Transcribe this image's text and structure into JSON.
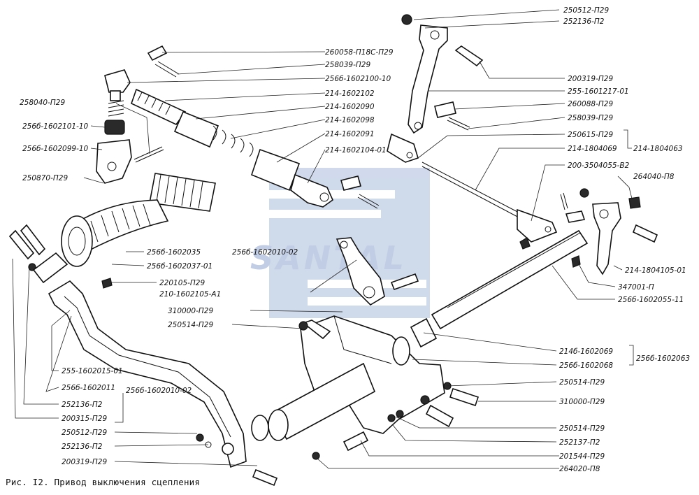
{
  "caption": "Рис. I2. Привод выключения сцепления",
  "watermark": "SANTAL",
  "colors": {
    "watermark": "#a9bcdc",
    "ink": "#111111"
  },
  "labels": {
    "l01": "250512-П29",
    "l02": "252136-П2",
    "l03": "260058-П18С-П29",
    "l04": "258039-П29",
    "l05": "256б-1602100-10",
    "l06": "200319-П29",
    "l07": "214-1602102",
    "l08": "255-1601217-01",
    "l09": "258040-П29",
    "l10": "214-1602090",
    "l11": "260088-П29",
    "l12": "214-1602098",
    "l13": "258039-П29",
    "l14": "256б-1602101-10",
    "l15": "214-1602091",
    "l16": "250615-П29",
    "l17": "256б-1602099-10",
    "l18": "214-1602104-01",
    "l19": "214-1804069",
    "l20": "214-1804063",
    "l21": "200-3504055-В2",
    "l22": "264040-П8",
    "l23": "250870-П29",
    "l24": "256б-1602035",
    "l25": "256б-1602010-02",
    "l26": "256б-1602037-01",
    "l27": "214-1804105-01",
    "l28": "220105-П29",
    "l29": "347001-П",
    "l30": "210-1602105-А1",
    "l31": "256б-1602055-11",
    "l32": "310000-П29",
    "l33": "250514-П29",
    "l34": "214б-1602069",
    "l35": "256б-1602063",
    "l36": "256б-1602068",
    "l37": "255-1602015-01",
    "l38": "256б-1602011",
    "l39": "256б-1602010-02",
    "l40": "250514-П29",
    "l41": "252136-П2",
    "l42": "310000-П29",
    "l43": "200315-П29",
    "l44": "250514-П29",
    "l45": "250512-П29",
    "l46": "252137-П2",
    "l47": "252136-П2",
    "l48": "201544-П29",
    "l49": "200319-П29",
    "l50": "264020-П8"
  }
}
